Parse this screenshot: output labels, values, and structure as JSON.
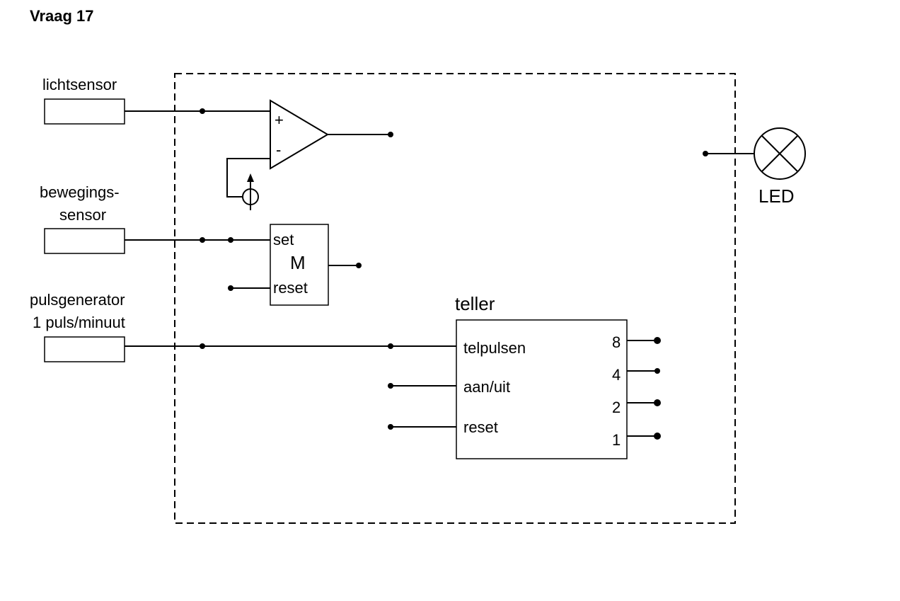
{
  "title": "Vraag 17",
  "inputs": {
    "light_sensor": "lichtsensor",
    "motion_sensor": [
      "bewegings-",
      "sensor"
    ],
    "pulse_generator": [
      "pulsgenerator",
      "1 puls/minuut"
    ]
  },
  "comparator": {
    "plus": "+",
    "minus": "-"
  },
  "memory_cell": {
    "name": "M",
    "set": "set",
    "reset": "reset"
  },
  "counter": {
    "title": "teller",
    "inputs": [
      "telpulsen",
      "aan/uit",
      "reset"
    ],
    "outputs": [
      "8",
      "4",
      "2",
      "1"
    ]
  },
  "led": {
    "label": "LED"
  }
}
